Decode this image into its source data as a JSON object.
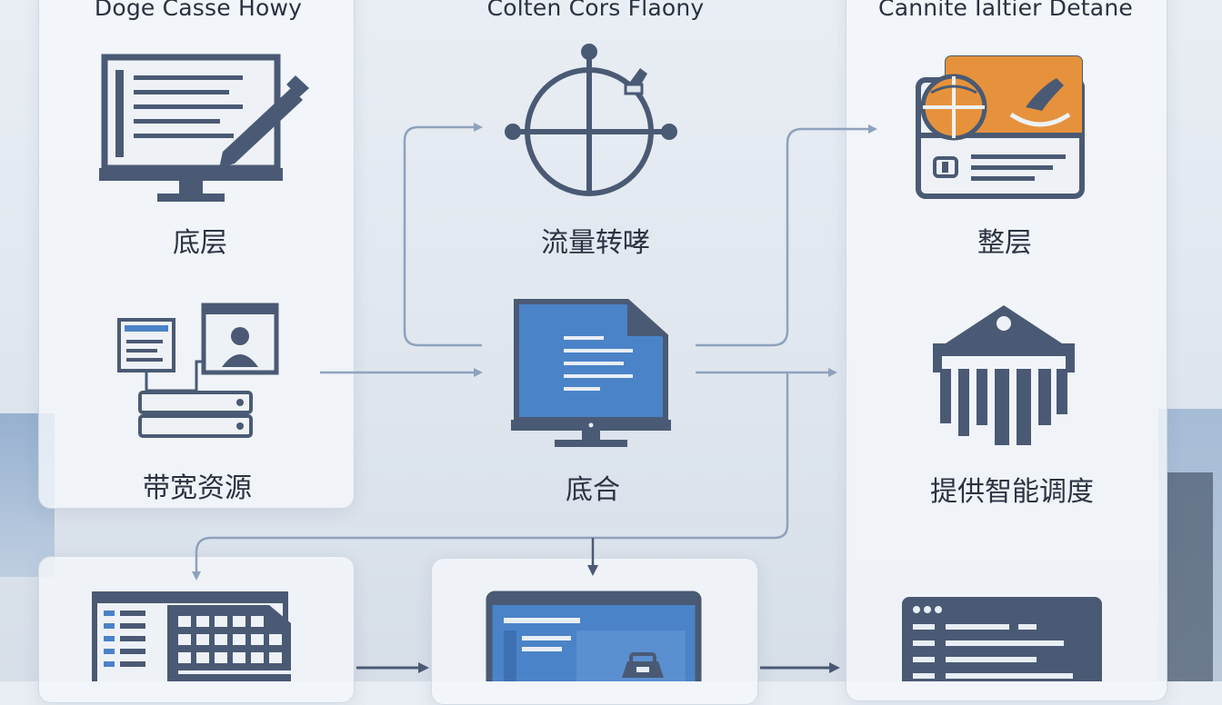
{
  "columns": {
    "left_title": "Doge Casse Howy",
    "middle_title": "Colten Cors Flaony",
    "right_title": "Cannite Ialtier Detane"
  },
  "nodes": {
    "left_top_label": "底层",
    "left_mid_label": "带宽资源",
    "mid_top_label": "流量转哮",
    "mid_mid_label": "底合",
    "right_top_label": "整层",
    "right_mid_label": "提供智能调度"
  },
  "colors": {
    "icon_dark": "#4a5a74",
    "icon_blue": "#4b83c8",
    "accent_orange": "#e6923d",
    "arrow": "#8ea2bd"
  }
}
